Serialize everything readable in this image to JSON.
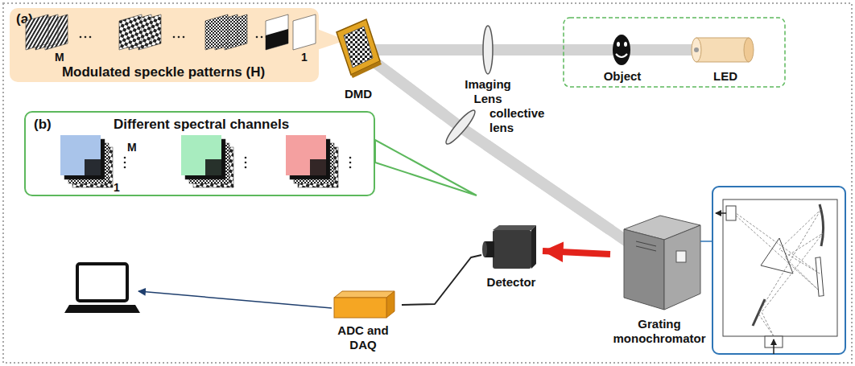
{
  "diagram": {
    "nodes": [
      {
        "text": [
          "(a)",
          "Modulated speckle patterns (H)"
        ]
      },
      {
        "text": [
          "DMD"
        ]
      },
      {
        "text": [
          "Imaging Lens"
        ]
      },
      {
        "text": [
          "Object"
        ]
      },
      {
        "text": [
          "LED"
        ]
      },
      {
        "text": [
          "(b)",
          "Different spectral channels"
        ]
      },
      {
        "text": [
          "collective lens"
        ]
      },
      {
        "text": [
          "Grating monochromator"
        ]
      },
      {
        "text": [
          "Detector"
        ]
      },
      {
        "text": [
          "ADC and DAQ"
        ]
      }
    ],
    "edges": [
      {
        "from": 4,
        "to": 3,
        "arrow": "none"
      },
      {
        "from": 3,
        "to": 2,
        "arrow": "none"
      },
      {
        "from": 2,
        "to": 1,
        "arrow": "none"
      },
      {
        "from": 1,
        "to": 6,
        "arrow": "none"
      },
      {
        "from": 6,
        "to": 7,
        "arrow": "none"
      },
      {
        "from": 7,
        "to": 8,
        "arrow": "to"
      },
      {
        "from": 8,
        "to": 9,
        "arrow": "none"
      }
    ],
    "labels": [
      "M",
      "1",
      "M",
      "1"
    ]
  }
}
